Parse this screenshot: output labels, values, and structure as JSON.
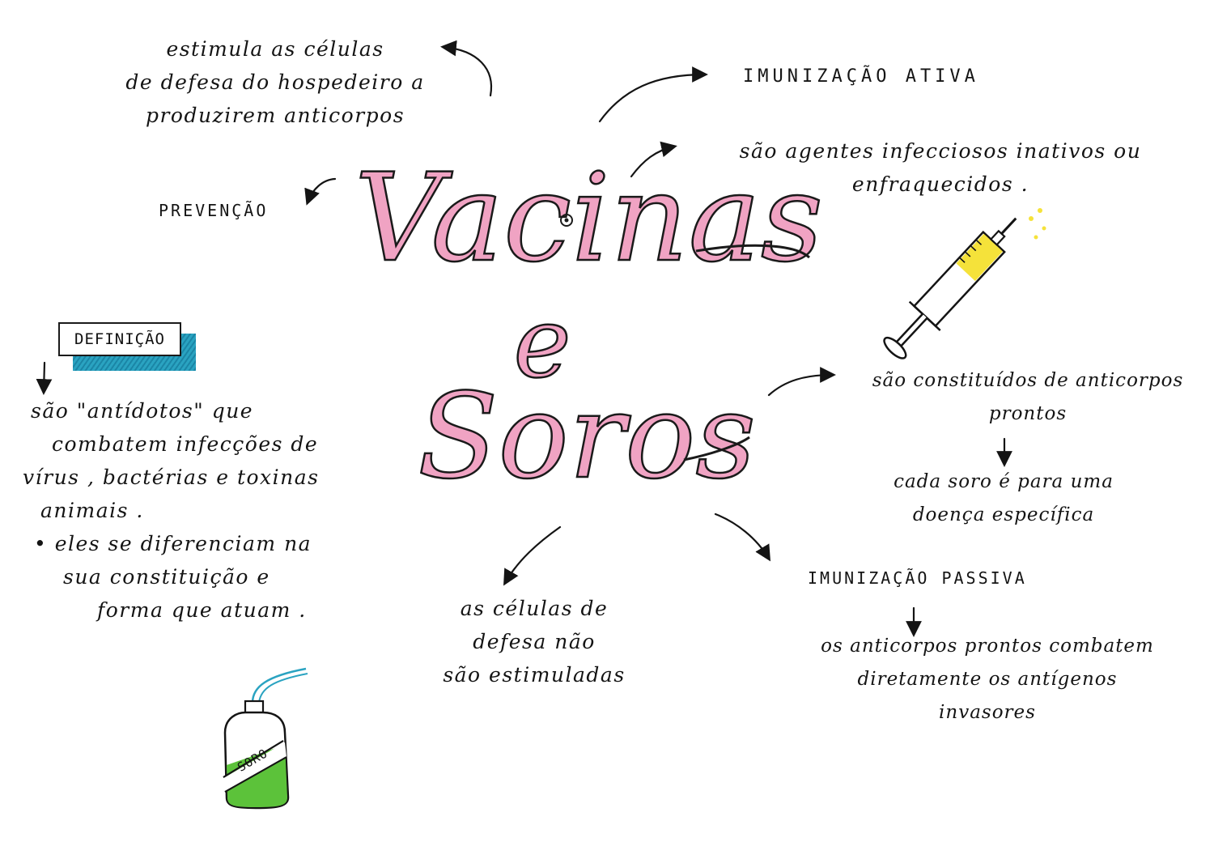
{
  "title": {
    "line1": "Vacinas",
    "line2": "e",
    "line3": "Soros"
  },
  "vaccine_side": {
    "prevention_label": "PREVENÇÃO",
    "prevention_desc": [
      "estimula as células",
      "de defesa do hospedeiro a",
      "produzirem anticorpos"
    ],
    "immunization_label": "IMUNIZAÇÃO ATIVA",
    "agents_desc": [
      "são agentes infecciosos inativos ou",
      "enfraquecidos ."
    ]
  },
  "definition": {
    "label": "DEFINIÇÃO",
    "text": [
      "são  \"antídotos\"  que",
      "combatem infecções de",
      "vírus , bactérias e toxinas",
      "animais ."
    ],
    "bullet": [
      "• eles se diferenciam na",
      "sua constituição e",
      "forma que atuam ."
    ]
  },
  "serum_side": {
    "constituted": [
      "são constituídos de anticorpos",
      "prontos"
    ],
    "specific": [
      "cada soro é para uma",
      "doença específica"
    ],
    "defense_cells": [
      "as células de",
      "defesa não",
      "são estimuladas"
    ],
    "immunization_label": "IMUNIZAÇÃO PASSIVA",
    "antibodies": [
      "os anticorpos prontos combatem",
      "diretamente os antígenos",
      "invasores"
    ]
  },
  "illustrations": {
    "syringe": {
      "icon": "syringe-icon",
      "fill_color": "#f5e23a"
    },
    "serum_bottle": {
      "icon": "serum-bottle-icon",
      "label": "SORO",
      "fill_color": "#5cc23a"
    }
  },
  "colors": {
    "title_fill": "#f0a3c3",
    "ink": "#141414",
    "definition_highlight": "#2aa3c1"
  }
}
